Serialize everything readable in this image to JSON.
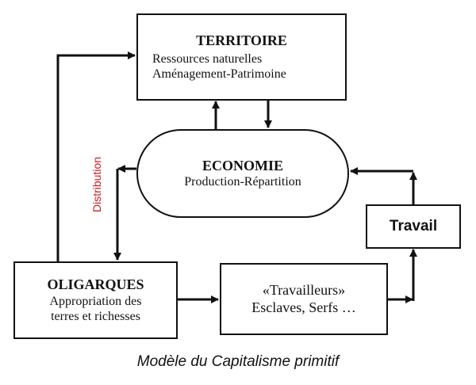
{
  "territoire": {
    "title": "TERRITOIRE",
    "line1": "Ressources naturelles",
    "line2": "Aménagement-Patrimoine"
  },
  "economie": {
    "title": "ECONOMIE",
    "line1": "Production-Répartition"
  },
  "travail": {
    "title": "Travail"
  },
  "oligarques": {
    "title": "OLIGARQUES",
    "line1": "Appropriation des",
    "line2": "terres et richesses"
  },
  "travailleurs": {
    "title": "«Travailleurs»",
    "line1": "Esclaves, Serfs …"
  },
  "distribution_label": "Distribution",
  "caption": "Modèle du Capitalisme primitif",
  "colors": {
    "line": "#111111",
    "distribution": "#d01818"
  }
}
